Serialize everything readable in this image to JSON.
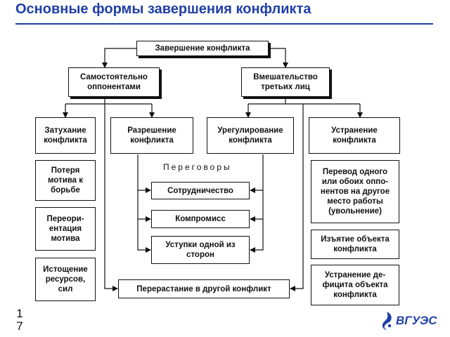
{
  "title": "Основные формы завершения конфликта",
  "root": "Завершение конфликта",
  "branches": {
    "left": "Самостоятельно\nоппонентами",
    "right": "Вмешательство\nтретьих лиц"
  },
  "columns": {
    "col1": [
      "Затухание\nконфликта",
      "Потеря\nмотива к\nборьбе",
      "Переори-\nентация\nмотива",
      "Истощение\nресурсов,\nсил"
    ],
    "col2": "Разрешение\nконфликта",
    "col3": "Урегулирование\nконфликта",
    "col4": [
      "Устранение\nконфликта",
      "Перевод одного\nили обоих оппо-\nнентов на другое\nместо работы\n(увольнение)",
      "Изъятие объекта\nконфликта",
      "Устранение де-\nфицита объекта\nконфликта"
    ]
  },
  "negotiations": {
    "label": "Переговоры",
    "items": [
      "Сотрудничество",
      "Компромисс",
      "Уступки одной из\nсторон"
    ]
  },
  "escalation": "Перерастание в другой конфликт",
  "page_number": [
    "1",
    "7"
  ],
  "logo": {
    "text": "ВГУЭС",
    "icon": "logo-emblem-icon"
  },
  "colors": {
    "title": "#1f3fa8",
    "rule": "#1f3fa8",
    "lines": "#111111"
  }
}
